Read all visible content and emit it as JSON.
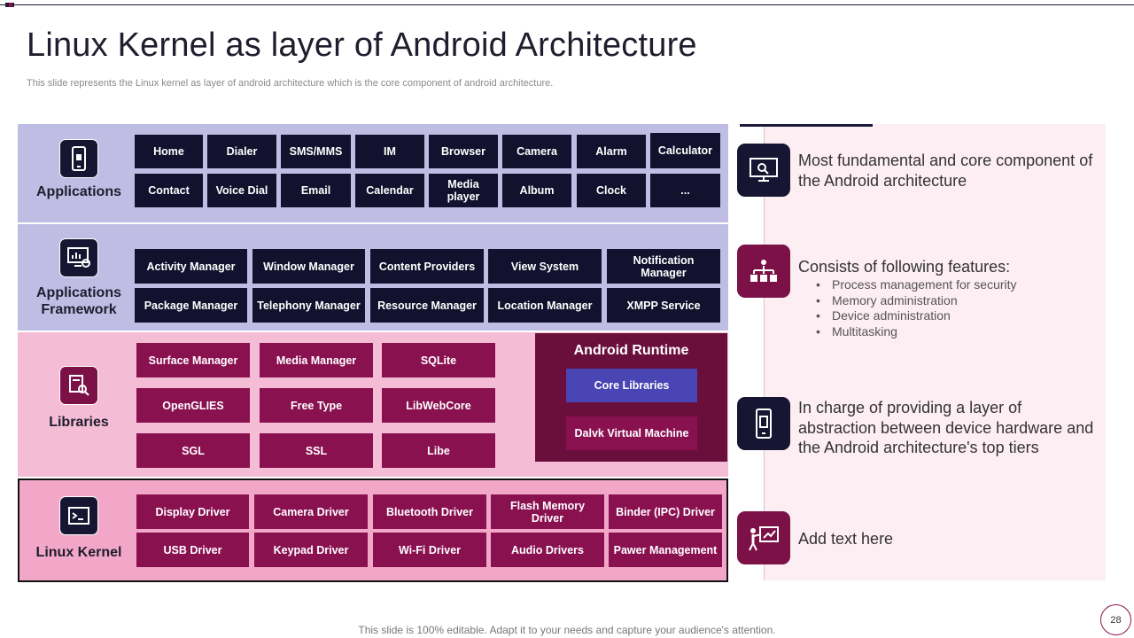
{
  "slide": {
    "title": "Linux Kernel as layer of Android Architecture",
    "subtitle": "This slide represents the Linux kernel as layer of android architecture which is the core component of android architecture.",
    "footer": "This slide is 100% editable. Adapt it to your needs and capture your audience's attention.",
    "page_number": "28"
  },
  "layers": {
    "applications": {
      "label": "Applications",
      "icon": "phone-icon",
      "row1": [
        "Home",
        "Dialer",
        "SMS/MMS",
        "IM",
        "Browser",
        "Camera",
        "Alarm",
        "Calculator"
      ],
      "row2": [
        "Contact",
        "Voice Dial",
        "Email",
        "Calendar",
        "Media player",
        "Album",
        "Clock",
        "..."
      ]
    },
    "framework": {
      "label_line1": "Applications",
      "label_line2": "Framework",
      "icon": "monitor-chart-icon",
      "row1": [
        "Activity Manager",
        "Window Manager",
        "Content Providers",
        "View System",
        "Notification Manager"
      ],
      "row2": [
        "Package Manager",
        "Telephony Manager",
        "Resource Manager",
        "Location Manager",
        "XMPP Service"
      ]
    },
    "libraries": {
      "label": "Libraries",
      "icon": "document-search-icon",
      "rows": [
        [
          "Surface Manager",
          "Media Manager",
          "SQLite"
        ],
        [
          "OpenGLIES",
          "Free Type",
          "LibWebCore"
        ],
        [
          "SGL",
          "SSL",
          "Libe"
        ]
      ],
      "runtime": {
        "title": "Android Runtime",
        "core": "Core Libraries",
        "vm": "Dalvk Virtual Machine"
      }
    },
    "kernel": {
      "label": "Linux Kernel",
      "icon": "terminal-icon",
      "row1": [
        "Display Driver",
        "Camera Driver",
        "Bluetooth Driver",
        "Flash Memory Driver",
        "Binder (IPC) Driver"
      ],
      "row2": [
        "USB Driver",
        "Keypad Driver",
        "Wi-Fi Driver",
        "Audio Drivers",
        "Pawer Management"
      ]
    }
  },
  "features": [
    {
      "icon": "computer-screen-icon",
      "text": "Most fundamental and core component of the Android architecture"
    },
    {
      "icon": "org-chart-icon",
      "text": "Consists of following features:",
      "bullets": [
        "Process management for security",
        "Memory administration",
        "Device administration",
        "Multitasking"
      ]
    },
    {
      "icon": "mobile-device-icon",
      "text": "In charge of providing a layer of abstraction between device hardware and the Android architecture's top tiers"
    },
    {
      "icon": "presenter-icon",
      "text": "Add text here"
    }
  ],
  "colors": {
    "navy": "#12122e",
    "maroon": "#8a1150",
    "lavender": "#c0bde4",
    "pink": "#f5bcd5",
    "kernel_pink": "#f3a7c8",
    "runtime": "#6a0f3c",
    "core_blue": "#4a45b4"
  }
}
